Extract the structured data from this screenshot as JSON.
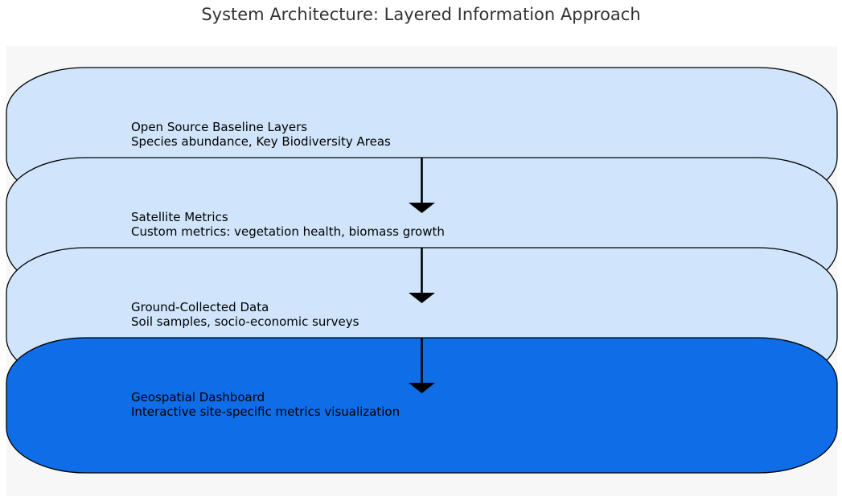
{
  "title": "System Architecture: Layered Information Approach",
  "colors": {
    "background": "#ffffff",
    "panel": "#f7f7f7",
    "layer_light": "#d0e5fb",
    "layer_dark": "#0f6de7",
    "stroke": "#000000"
  },
  "layers": [
    {
      "title": "Open Source Baseline Layers",
      "description": "Species abundance, Key Biodiversity Areas",
      "fill": "#d0e5fb"
    },
    {
      "title": "Satellite Metrics",
      "description": "Custom metrics: vegetation health, biomass growth",
      "fill": "#d0e5fb"
    },
    {
      "title": "Ground-Collected Data",
      "description": "Soil samples, socio-economic surveys",
      "fill": "#d0e5fb"
    },
    {
      "title": "Geospatial Dashboard",
      "description": "Interactive site-specific metrics visualization",
      "fill": "#0f6de7"
    }
  ],
  "arrows": [
    {
      "from": "Open Source Baseline Layers",
      "to": "Satellite Metrics"
    },
    {
      "from": "Satellite Metrics",
      "to": "Ground-Collected Data"
    },
    {
      "from": "Ground-Collected Data",
      "to": "Geospatial Dashboard"
    }
  ]
}
